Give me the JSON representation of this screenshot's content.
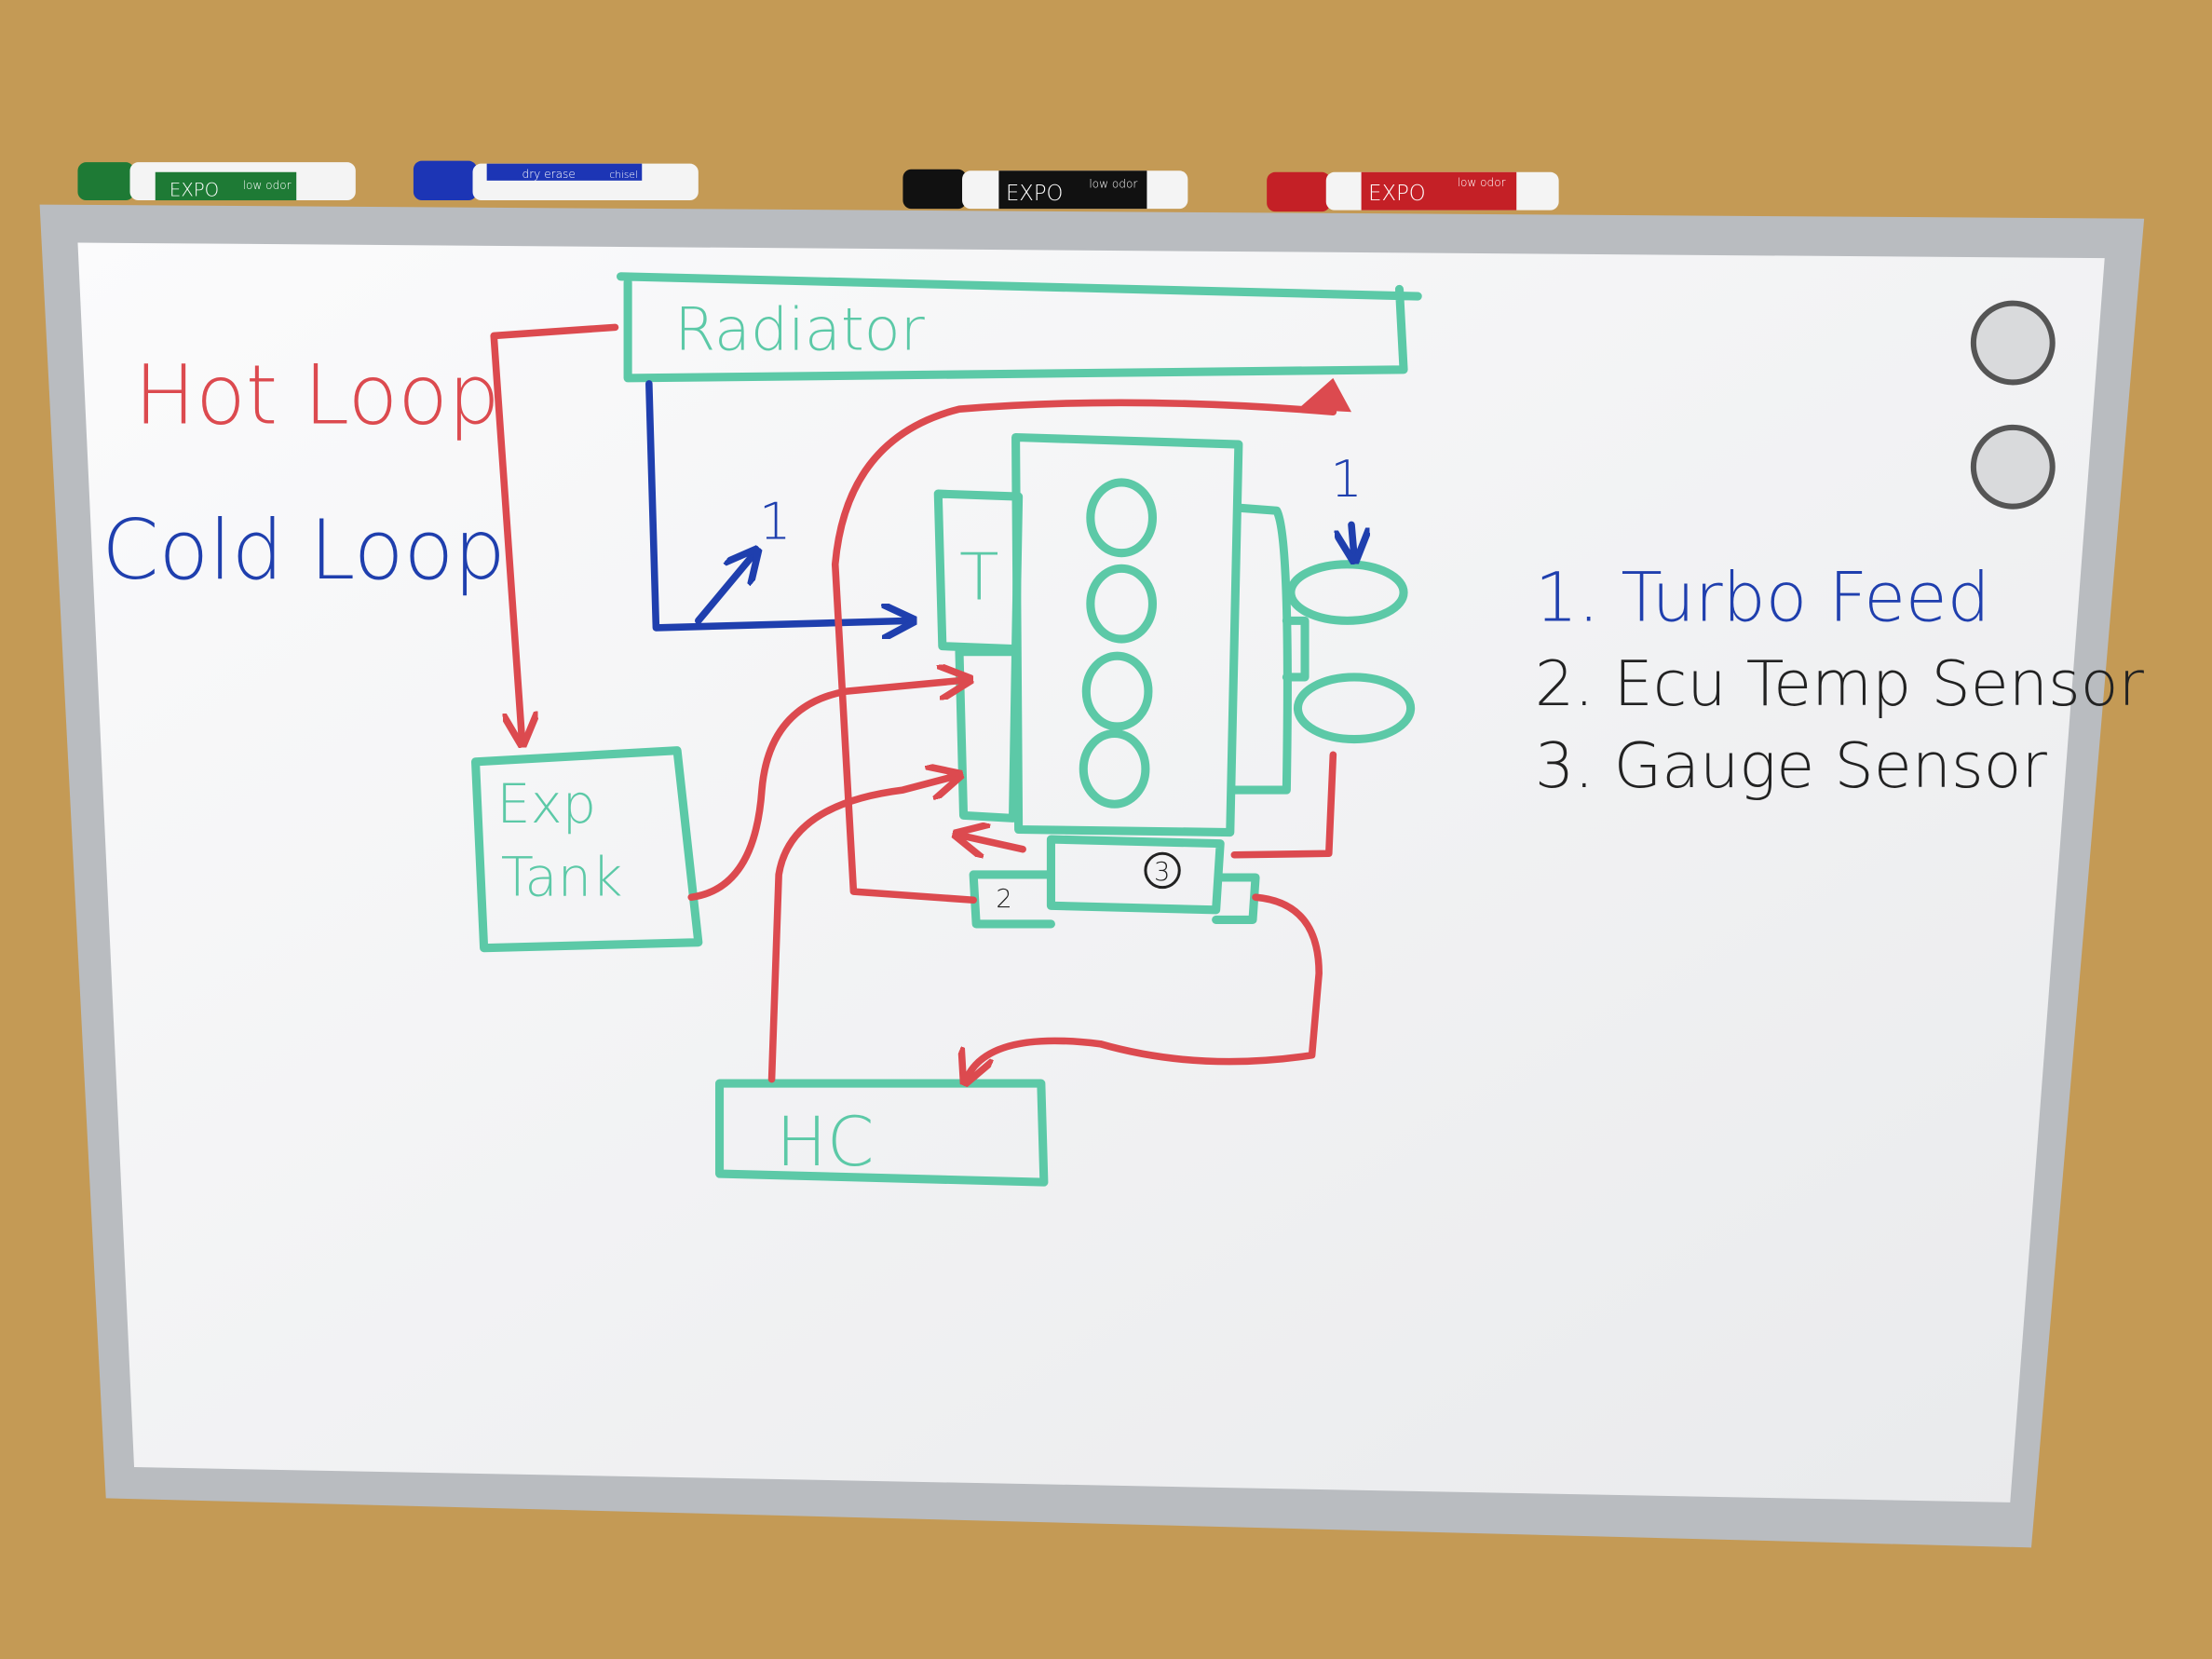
{
  "colors": {
    "cold_loop": "#1f3fae",
    "hot_loop": "#dc4a4f",
    "components": "#5cc9a7",
    "ink_black": "#222222",
    "board": "#f2f3f5",
    "wall": "#c49a55"
  },
  "markers": [
    {
      "brand": "EXPO",
      "badge": "low odor",
      "color": "#1e7a35"
    },
    {
      "brand": "dry erase",
      "badge": "chisel",
      "color": "#1c35b5"
    },
    {
      "brand": "EXPO",
      "badge": "low odor",
      "color": "#111111"
    },
    {
      "brand": "EXPO",
      "badge": "low odor",
      "color": "#c42026"
    }
  ],
  "key": {
    "hot_loop": "Hot Loop",
    "cold_loop": "Cold Loop"
  },
  "components": {
    "radiator": "Radiator",
    "exp_tank_line1": "Exp",
    "exp_tank_line2": "Tank",
    "thermostat": "T",
    "heater_core": "HC",
    "sensor_2": "2",
    "sensor_3": "3",
    "turbo_marker_left": "1",
    "turbo_marker_right": "1"
  },
  "legend": [
    {
      "text": "1. Turbo Feed"
    },
    {
      "text": "2. Ecu Temp Sensor"
    },
    {
      "text": "3. Gauge Sensor"
    }
  ]
}
